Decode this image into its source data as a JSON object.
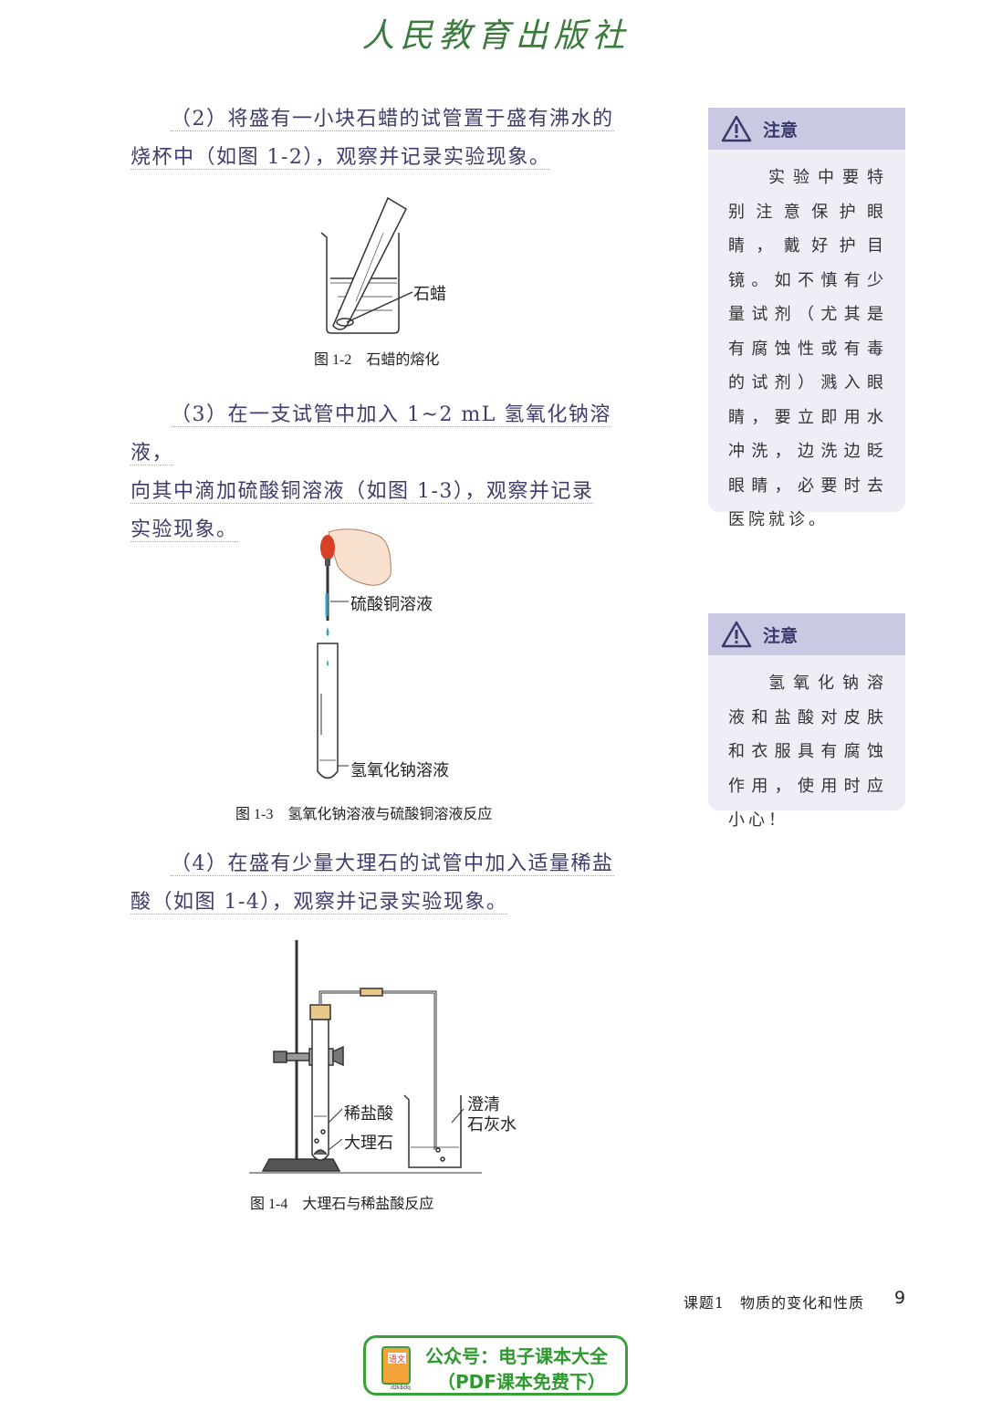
{
  "header": {
    "publisher": "人民教育出版社"
  },
  "steps": [
    {
      "lines": [
        "（2）将盛有一小块石蜡的试管置于盛有沸水的",
        "烧杯中（如图 1-2），观察并记录实验现象。"
      ]
    },
    {
      "lines": [
        "（3）在一支试管中加入 1~2 mL 氢氧化钠溶液，",
        "向其中滴加硫酸铜溶液（如图 1-3），观察并记录",
        "实验现象。"
      ]
    },
    {
      "lines": [
        "（4）在盛有少量大理石的试管中加入适量稀盐",
        "酸（如图 1-4），观察并记录实验现象。"
      ]
    }
  ],
  "figures": {
    "fig12": {
      "label": "石蜡",
      "caption": "图 1-2　石蜡的熔化"
    },
    "fig13": {
      "label_top": "硫酸铜溶液",
      "label_bottom": "氢氧化钠溶液",
      "caption": "图 1-3　氢氧化钠溶液与硫酸铜溶液反应"
    },
    "fig14": {
      "label_acid": "稀盐酸",
      "label_marble": "大理石",
      "label_lime1": "澄清",
      "label_lime2": "石灰水",
      "caption": "图 1-4　大理石与稀盐酸反应"
    }
  },
  "notes": [
    {
      "title": "注意",
      "body": "实验中要特别注意保护眼睛，戴好护目镜。如不慎有少量试剂（尤其是有腐蚀性或有毒的试剂）溅入眼睛，要立即用水冲洗，边洗边眨眼睛，必要时去医院就诊。"
    },
    {
      "title": "注意",
      "body": "氢氧化钠溶液和盐酸对皮肤和衣服具有腐蚀作用，使用时应小心！"
    }
  ],
  "footer": {
    "section": "课题1　物质的变化和性质",
    "page": "9"
  },
  "banner": {
    "line1": "公众号：电子课本大全",
    "line2": "（PDF课本免费下）",
    "icon_text": "语文",
    "icon_sub": "dzkbdq"
  },
  "colors": {
    "text": "#3d3d6e",
    "note_head": "#c9c9e4",
    "note_bg": "#eeeef6",
    "banner": "#2e9a2e"
  }
}
